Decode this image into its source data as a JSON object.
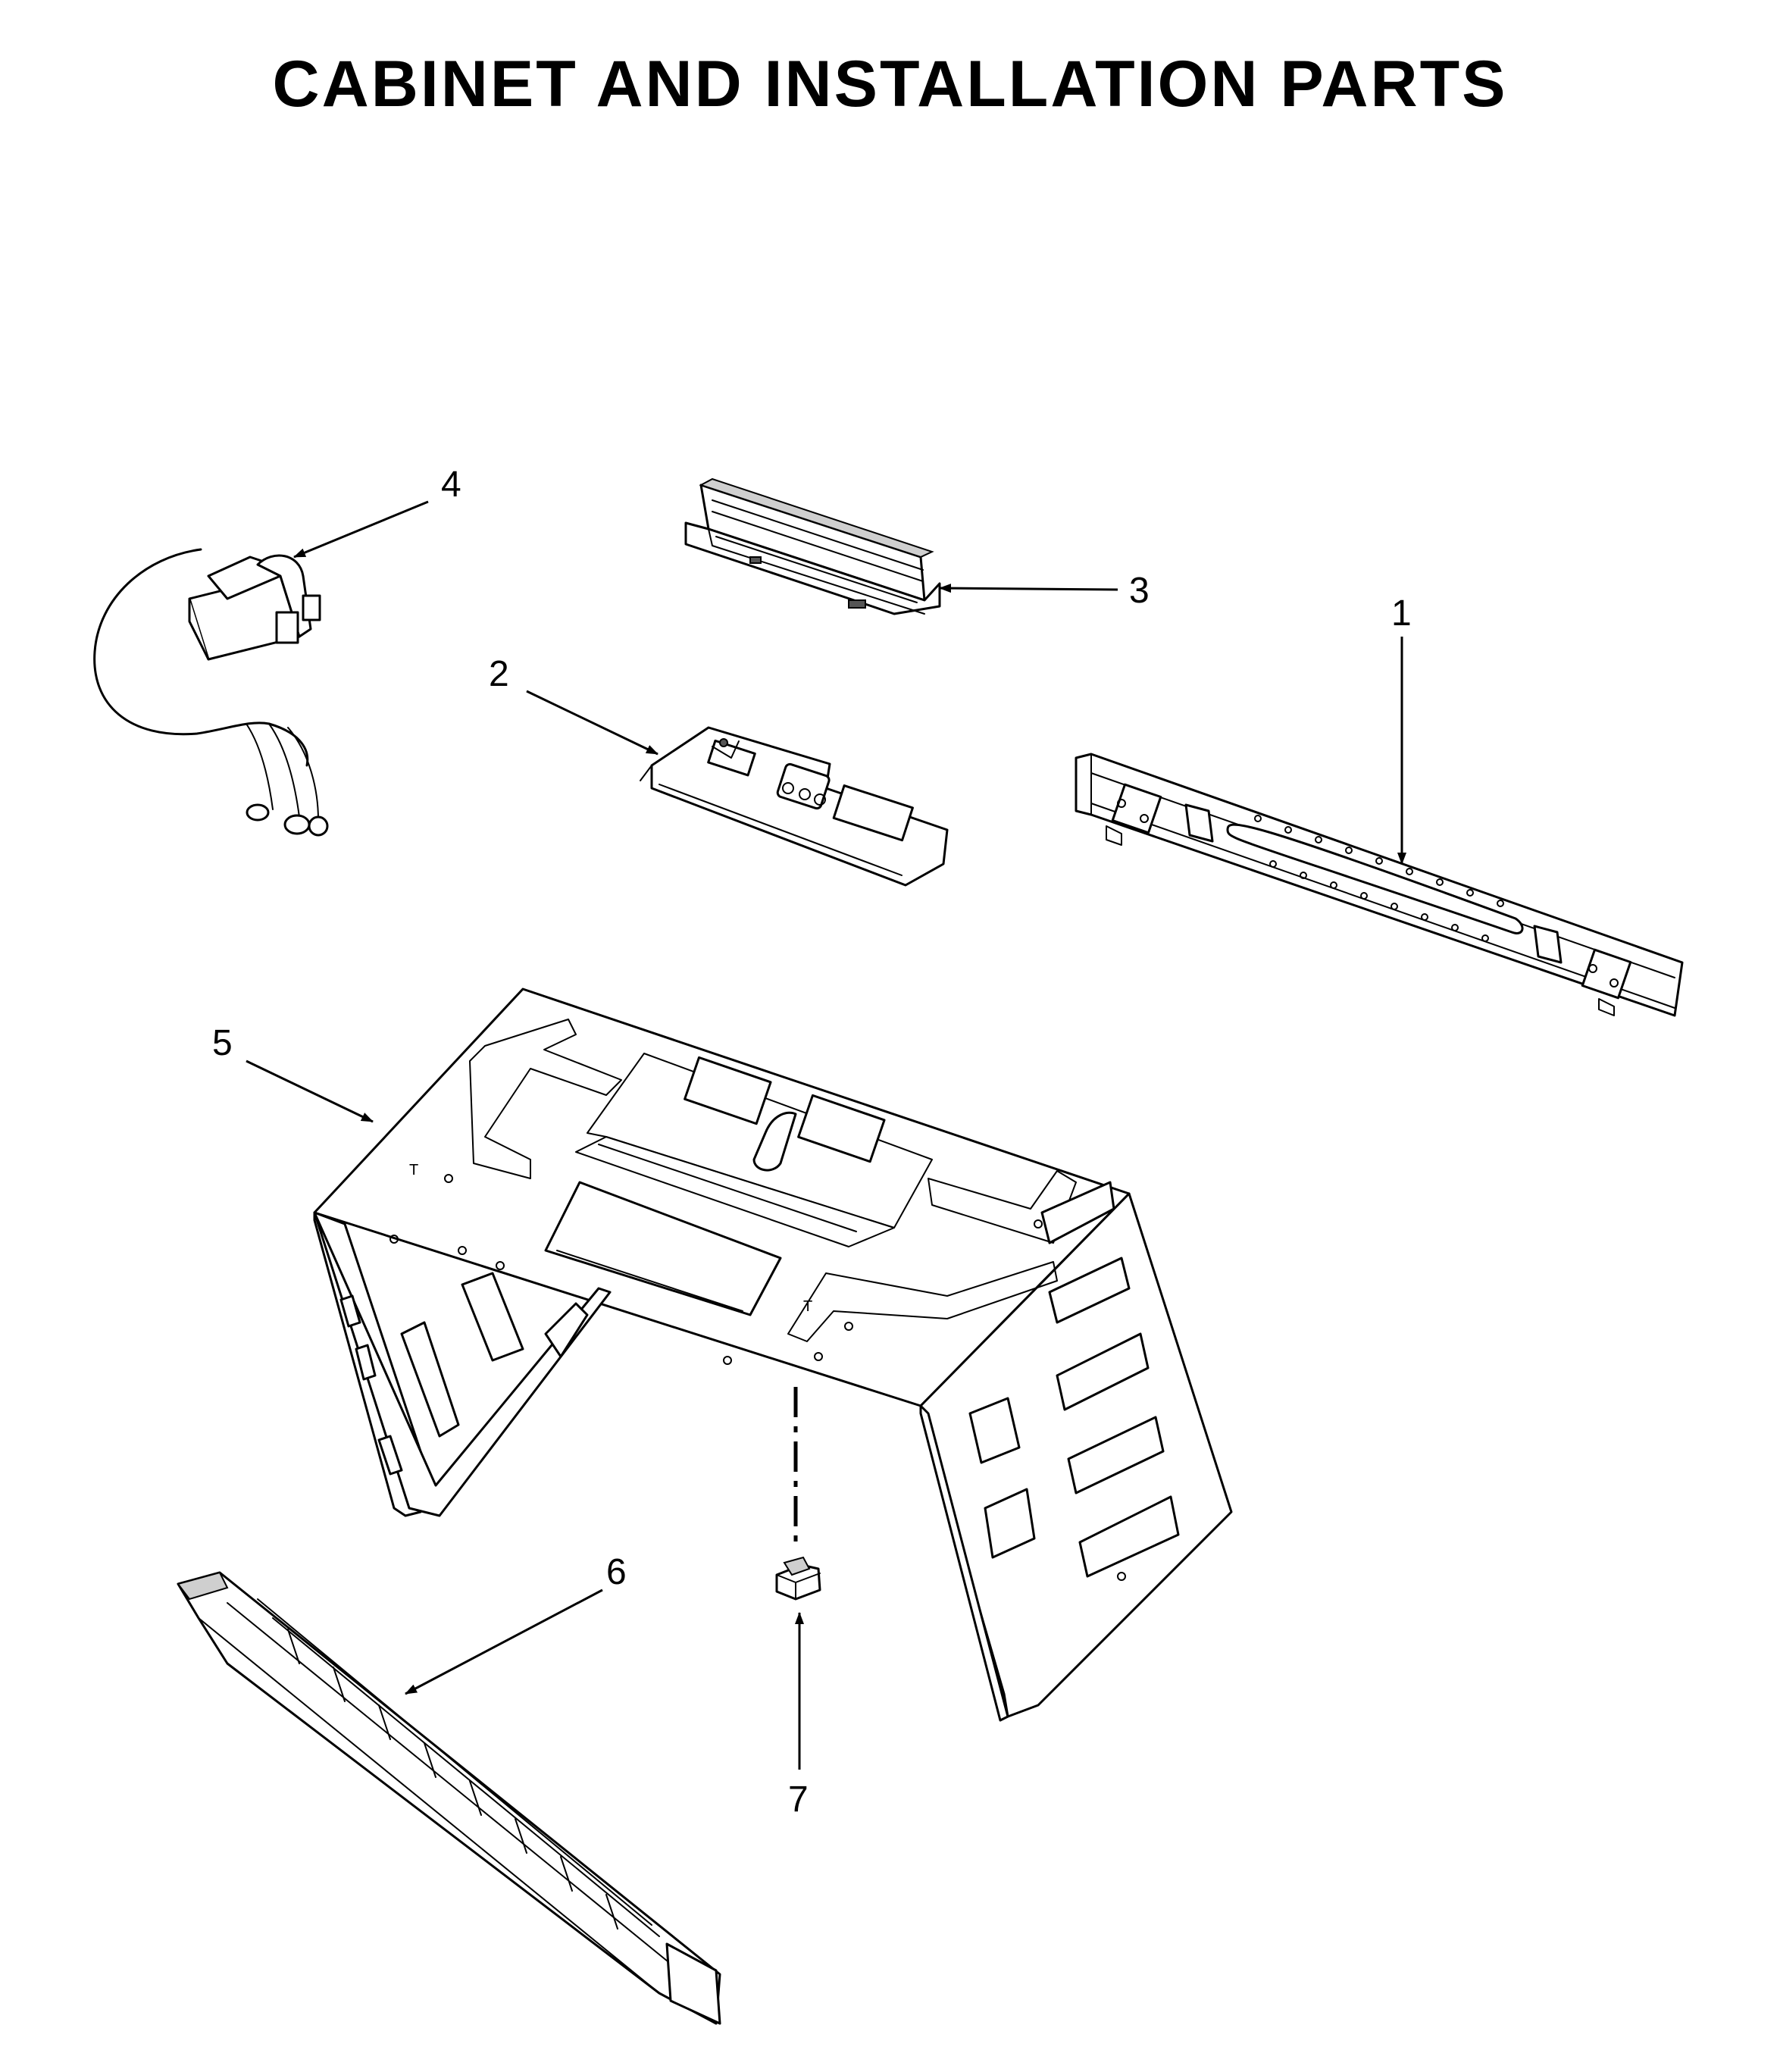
{
  "title": "CABINET AND INSTALLATION PARTS",
  "callouts": [
    {
      "id": "1",
      "label": "1"
    },
    {
      "id": "2",
      "label": "2"
    },
    {
      "id": "3",
      "label": "3"
    },
    {
      "id": "4",
      "label": "4"
    },
    {
      "id": "5",
      "label": "5"
    },
    {
      "id": "6",
      "label": "6"
    },
    {
      "id": "7",
      "label": "7"
    }
  ]
}
